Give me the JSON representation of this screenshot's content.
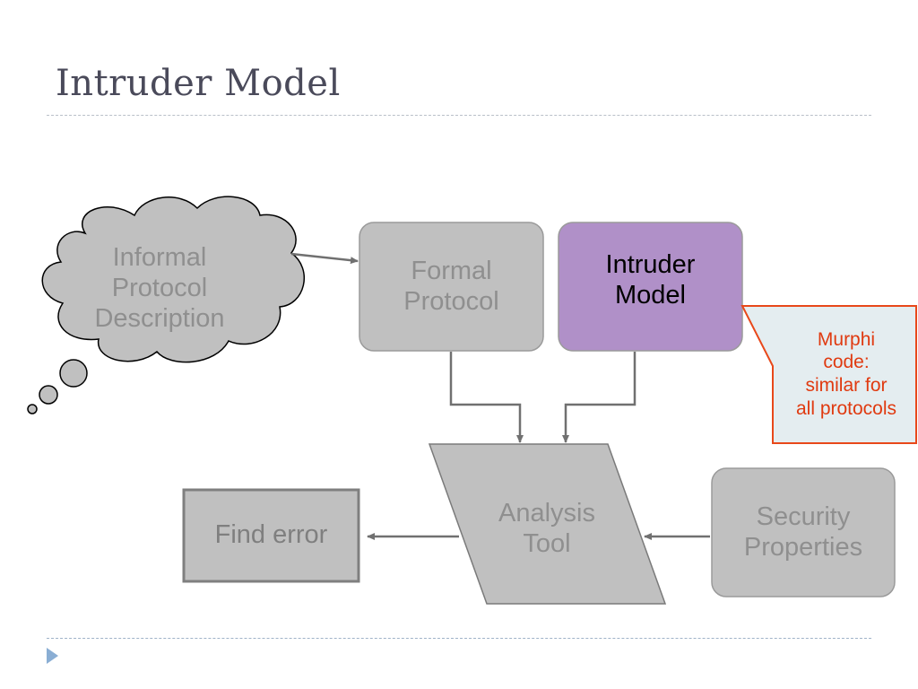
{
  "slide": {
    "title": "Intruder Model"
  },
  "diagram": {
    "cloud_text": "Informal\nProtocol\nDescription",
    "formal_text": "Formal\nProtocol",
    "intruder_text": "Intruder\nModel",
    "analysis_text": "Analysis\nTool",
    "security_text": "Security\nProperties",
    "find_error_text": "Find error",
    "callout_text": "Murphi\ncode:\nsimilar for\nall protocols"
  },
  "colors": {
    "node_fill": "#c0c0c0",
    "node_stroke": "#9a9a9a",
    "intruder_fill": "#b090c8",
    "arrow": "#707070",
    "callout_fill": "#e4edf0",
    "callout_border": "#e8481a",
    "callout_text": "#e03a10"
  }
}
